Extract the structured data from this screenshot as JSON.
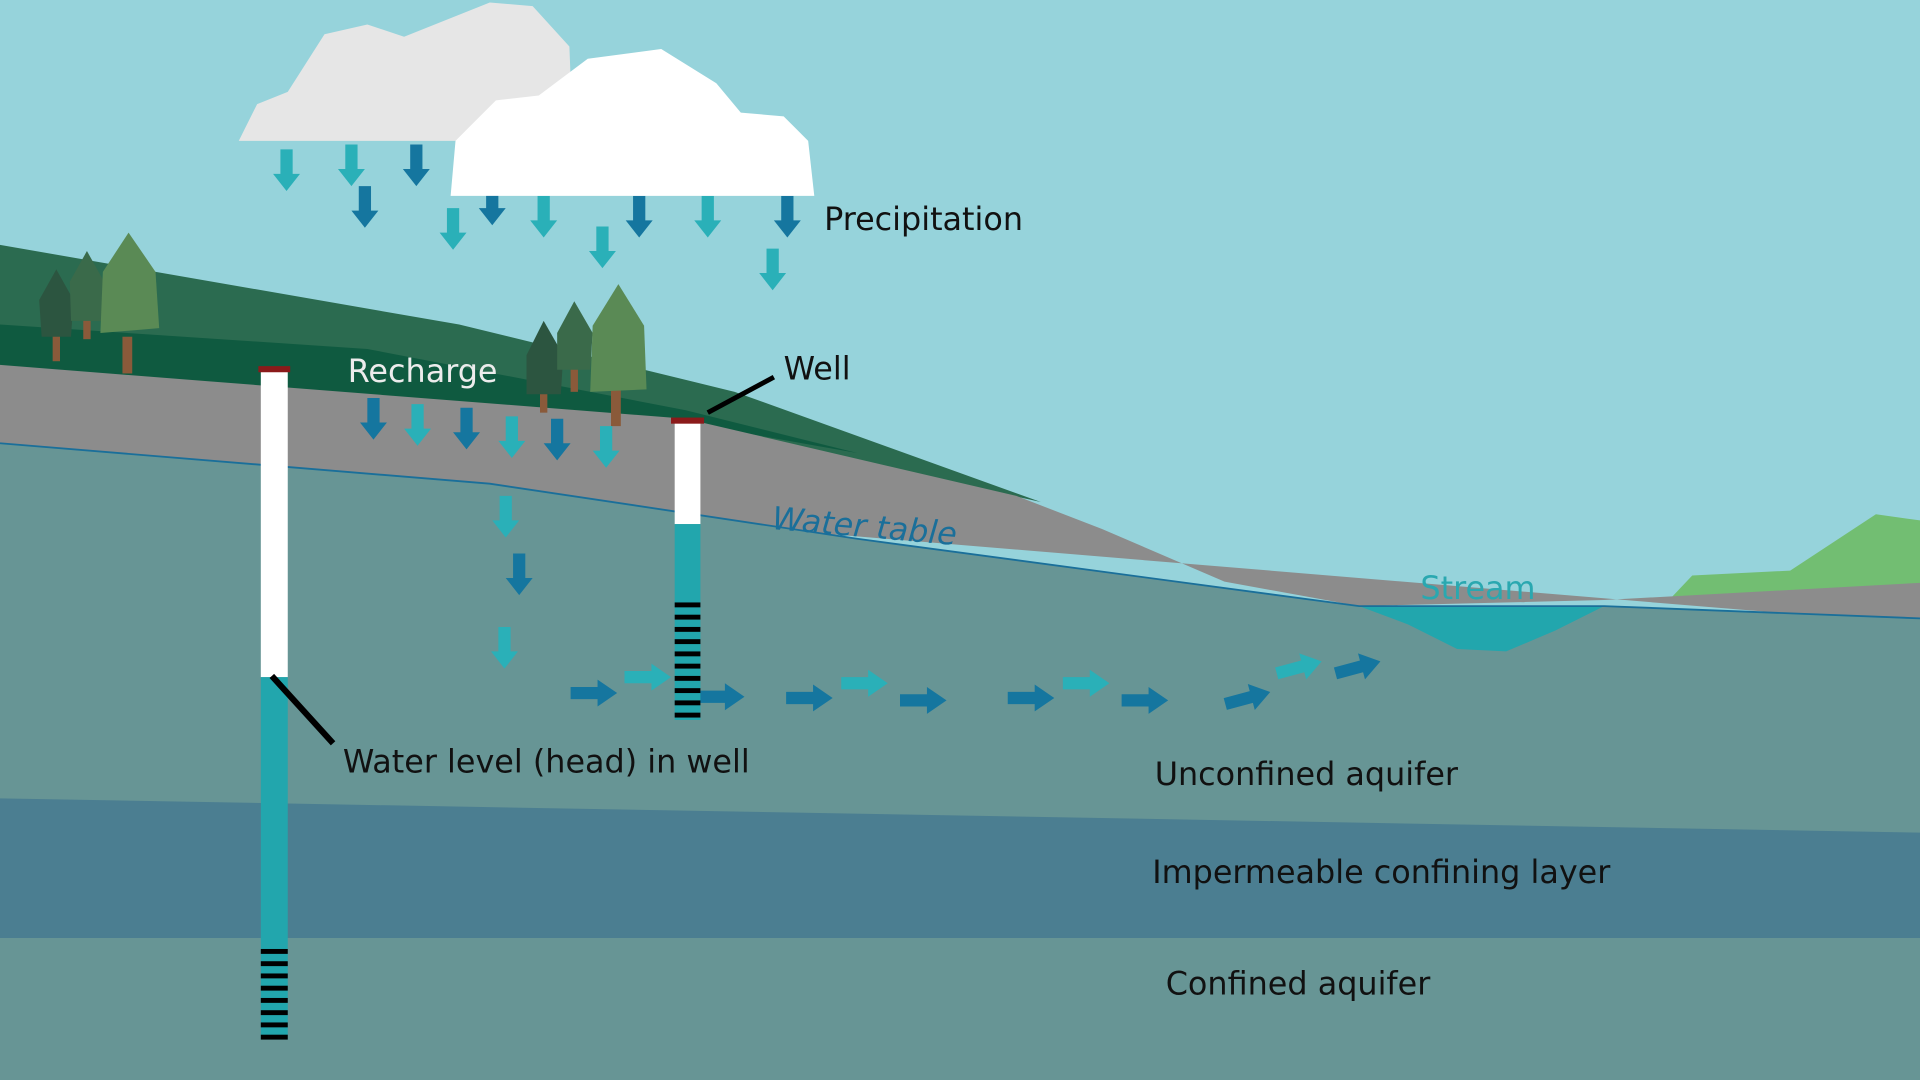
{
  "labels": {
    "precipitation": "Precipitation",
    "recharge": "Recharge",
    "well": "Well",
    "water_table": "Water table",
    "stream": "Stream",
    "water_level": "Water level (head) in well",
    "unconfined": "Unconfined aquifer",
    "confining": "Impermeable confining layer",
    "confined": "Confined aquifer"
  },
  "colors": {
    "sky": "#96d3db",
    "aquifer": "#679595",
    "confining": "#4b7e91",
    "ground": "#8c8c8c",
    "stream": "#22a6ad",
    "arrow_dark": "#15769f",
    "arrow_teal": "#2ab0b8",
    "water_table": "#1a6f9a"
  }
}
